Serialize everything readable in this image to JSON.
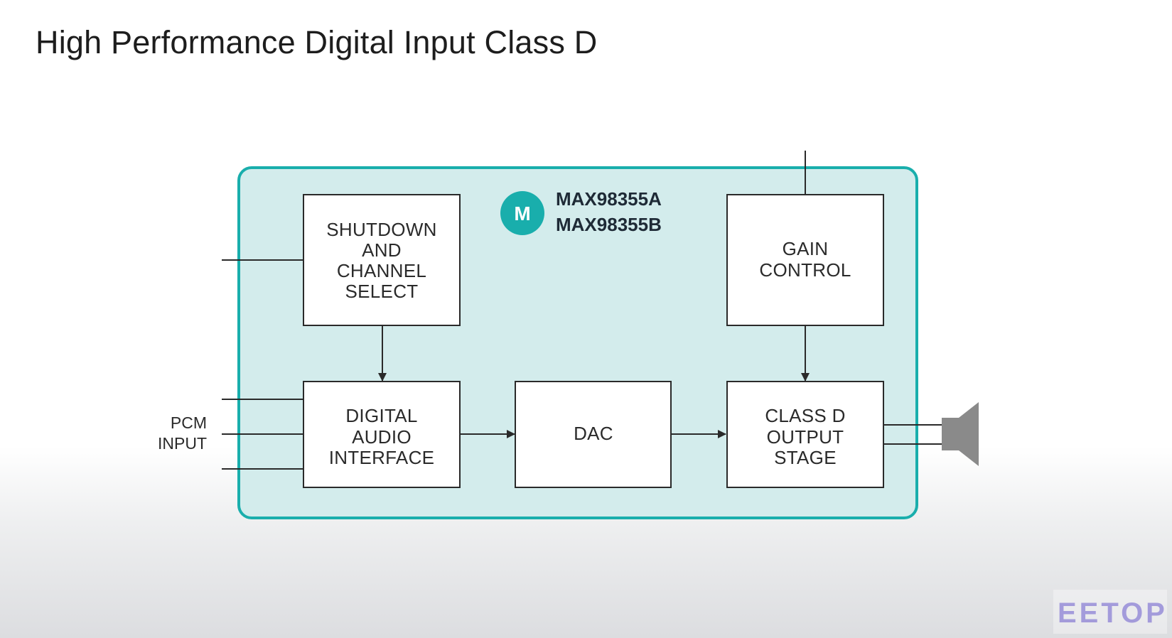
{
  "title": "High Performance Digital Input Class D",
  "part_numbers": [
    "MAX98355A",
    "MAX98355B"
  ],
  "logo": {
    "glyph": "M",
    "icon": "maxim-logo-icon",
    "color": "#19aeac"
  },
  "blocks": {
    "shutdown": [
      "SHUTDOWN",
      "AND",
      "CHANNEL",
      "SELECT"
    ],
    "gain": [
      "GAIN",
      "CONTROL"
    ],
    "dai": [
      "DIGITAL",
      "AUDIO",
      "INTERFACE"
    ],
    "dac": [
      "DAC"
    ],
    "classd": [
      "CLASS D",
      "OUTPUT",
      "STAGE"
    ]
  },
  "side_label": [
    "PCM",
    "INPUT"
  ],
  "speaker_icon": "speaker-icon",
  "watermark": "EETOP",
  "colors": {
    "chip_border": "#19aeac",
    "chip_fill": "#d3ecec",
    "block_fill": "#ffffff",
    "line": "#2a2a2a",
    "speaker": "#8a8a8a"
  }
}
